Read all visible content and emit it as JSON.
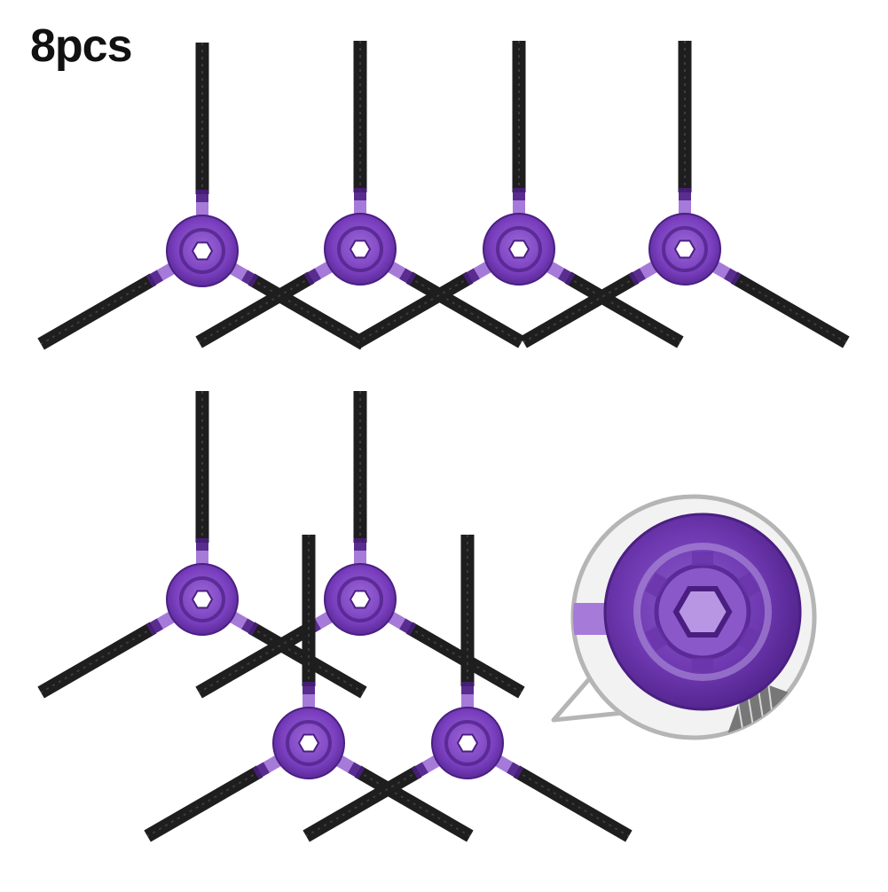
{
  "product": {
    "quantity_label": "8pcs",
    "brush_count": 8,
    "brush_arms": 3
  },
  "icons": {
    "brush": "side-brush-icon",
    "zoom": "hub-closeup-icon"
  },
  "colors": {
    "background": "#ffffff",
    "hub": "#7a3fbf",
    "hub_dark": "#4b1f82",
    "hub_light": "#a67ad8",
    "bristle": "#1e1e1e",
    "bristle_edge": "#4a4a4a",
    "callout_border": "#b5b5b5"
  }
}
